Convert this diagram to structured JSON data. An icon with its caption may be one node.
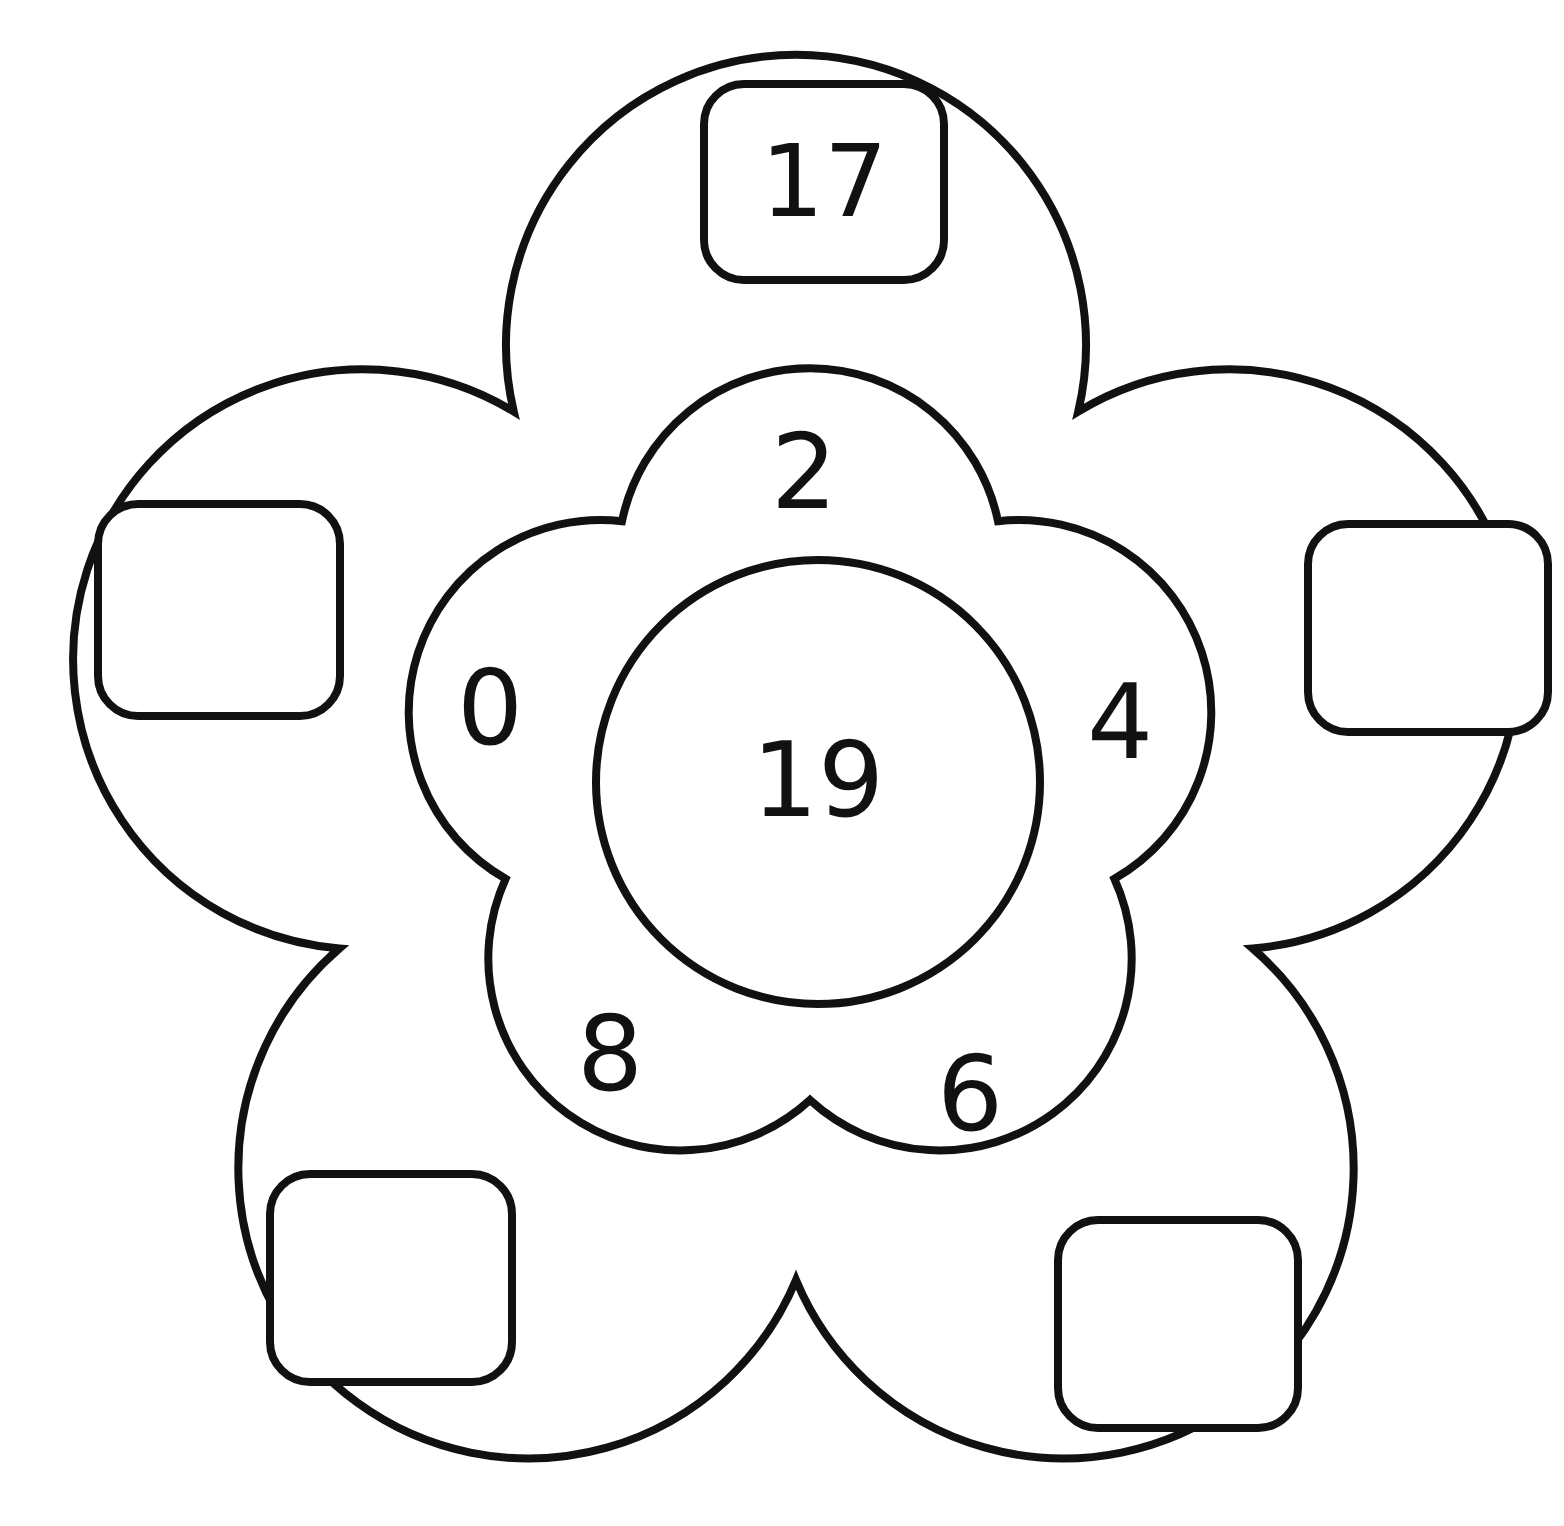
{
  "diagram": {
    "nodes": [
      {
        "text": [],
        "shape": "flower"
      },
      {
        "text": [
          "17"
        ],
        "in": 0
      },
      {
        "text": [],
        "shape": "box",
        "in": 0
      },
      {
        "text": [
          "2",
          "0",
          "4",
          "8",
          "6"
        ],
        "in": 0
      },
      {
        "text": [
          "19"
        ],
        "in": 3
      },
      {
        "text": [],
        "shape": "box",
        "in": 0
      },
      {
        "text": [],
        "shape": "box",
        "in": 0
      },
      {
        "text": [],
        "shape": "box",
        "in": 0
      }
    ],
    "edges": []
  }
}
